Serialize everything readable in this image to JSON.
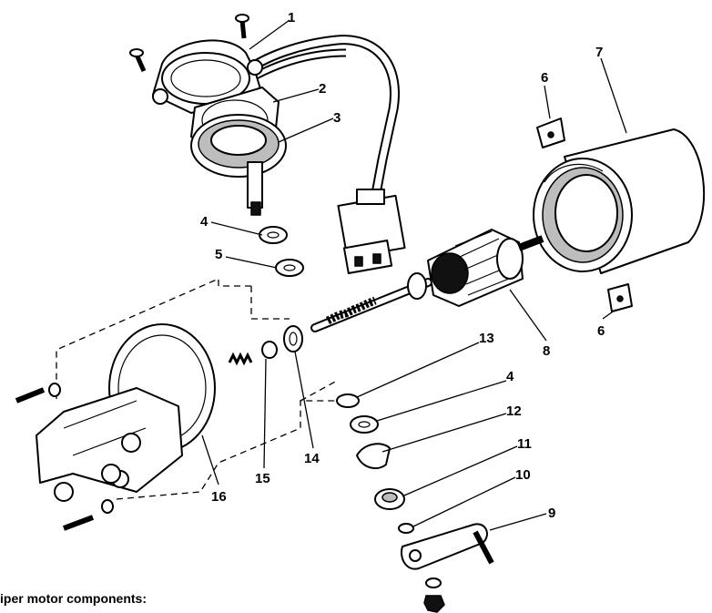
{
  "caption": "iper motor components:",
  "labels": {
    "l1": "1",
    "l2": "2",
    "l3": "3",
    "l4a": "4",
    "l4b": "4",
    "l5": "5",
    "l6a": "6",
    "l6b": "6",
    "l7": "7",
    "l8": "8",
    "l9": "9",
    "l10": "10",
    "l11": "11",
    "l12": "12",
    "l13": "13",
    "l14": "14",
    "l15": "15",
    "l16": "16"
  }
}
